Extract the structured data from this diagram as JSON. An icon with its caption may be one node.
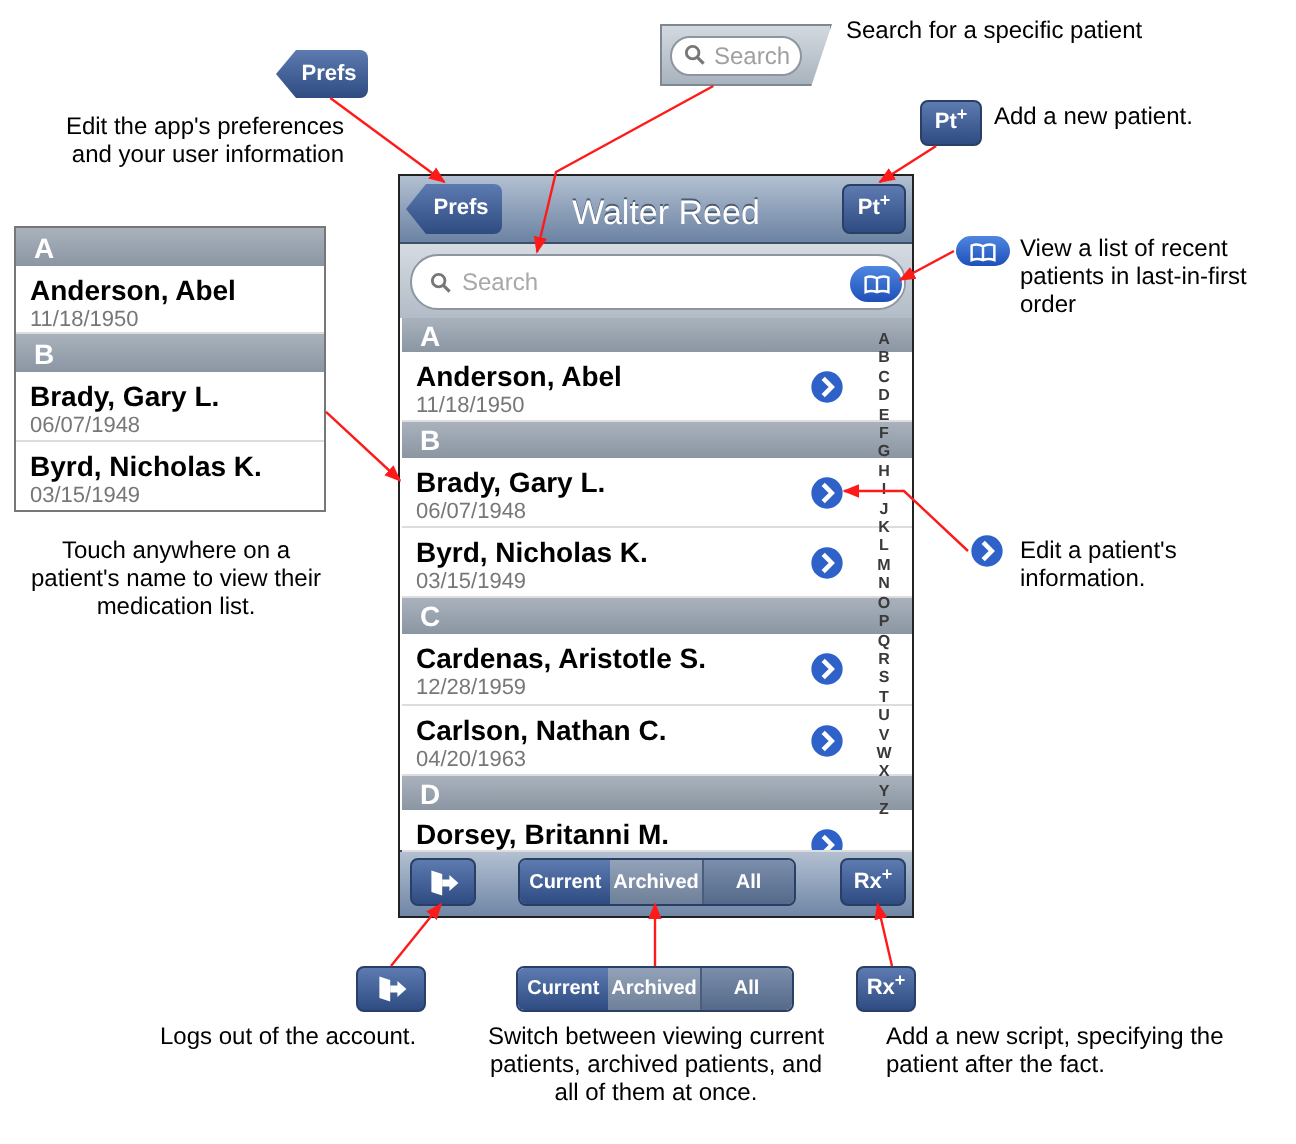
{
  "diagram": {
    "nodes": [
      {
        "text": [
          "Prefs"
        ],
        "beside": [
          "Edit the app's preferences and your user information"
        ]
      },
      {
        "text": [
          "Search"
        ],
        "beside": [
          "Search for a specific patient"
        ]
      },
      {
        "text": [
          "Pt$^{+}$"
        ],
        "beside": [
          "Add a new patient."
        ]
      },
      {
        "text": [],
        "shape": "button",
        "beside": [
          "View a list of recent patients in last-in-first order"
        ]
      },
      {
        "text": [],
        "shape": "box",
        "beside": [
          "Touch anywhere on a patient's name to view their medication list."
        ]
      },
      {
        "text": [
          "A"
        ],
        "in": 4
      },
      {
        "text": [
          "Anderson, Abel",
          "11/18/1950"
        ],
        "in": 4
      },
      {
        "text": [
          "B"
        ],
        "in": 4
      },
      {
        "text": [
          "Brady, Gary L.",
          "06/07/1948"
        ],
        "in": 4
      },
      {
        "text": [
          "Byrd, Nicholas K.",
          "03/15/1949"
        ],
        "in": 4
      },
      {
        "text": [
          "Walter Reed"
        ]
      },
      {
        "text": [
          "Prefs"
        ],
        "in": 10
      },
      {
        "text": [
          "Pt$^{+}$"
        ],
        "in": 10
      },
      {
        "text": [
          "Search"
        ],
        "in": 10
      },
      {
        "text": [],
        "shape": "button",
        "in": 13
      },
      {
        "text": [
          "A"
        ],
        "in": 10
      },
      {
        "text": [
          "Anderson, Abel",
          "11/18/1950"
        ],
        "in": 10
      },
      {
        "text": [
          "B"
        ],
        "in": 10
      },
      {
        "text": [
          "Brady, Gary L.",
          "06/07/1948"
        ],
        "in": 10
      },
      {
        "text": [],
        "shape": "button",
        "in": 18
      },
      {
        "text": [
          "Byrd, Nicholas K.",
          "03/15/1949"
        ],
        "in": 10
      },
      {
        "text": [
          "C"
        ],
        "in": 10
      },
      {
        "text": [
          "Cardenas, Aristotle S.",
          "12/28/1959"
        ],
        "in": 10
      },
      {
        "text": [
          "Carlson, Nathan C.",
          "04/20/1963"
        ],
        "in": 10
      },
      {
        "text": [
          "D"
        ],
        "in": 10
      },
      {
        "text": [
          "Dorsey, Britanni M."
        ],
        "in": 10
      },
      {
        "text": [],
        "shape": "button",
        "in": 10
      },
      {
        "text": [
          "Current",
          "Archived",
          "All"
        ],
        "in": 10
      },
      {
        "text": [
          "Rx$^{+}$"
        ],
        "in": 10
      },
      {
        "text": [],
        "shape": "button",
        "beside": [
          "Edit a patient's information."
        ]
      },
      {
        "text": [],
        "shape": "button",
        "beside": [
          "Logs out of the account."
        ]
      },
      {
        "text": [
          "Current",
          "Archived",
          "All"
        ],
        "beside": [
          "Switch between viewing current patients, archived patients, and all of them at once."
        ]
      },
      {
        "text": [
          "Rx$^{+}$"
        ],
        "beside": [
          "Add a new script, specifying the patient after the fact."
        ]
      }
    ],
    "edges": [
      {
        "from": 0,
        "to": 11,
        "arrow": "to"
      },
      {
        "from": 1,
        "to": 13,
        "arrow": "to"
      },
      {
        "from": 2,
        "to": 12,
        "arrow": "to"
      },
      {
        "from": 3,
        "to": 14,
        "arrow": "to"
      },
      {
        "from": 4,
        "to": 18,
        "arrow": "to"
      },
      {
        "from": 29,
        "to": 19,
        "arrow": "to"
      },
      {
        "from": 30,
        "to": 26,
        "arrow": "to"
      },
      {
        "from": 31,
        "to": 27,
        "arrow": "to"
      },
      {
        "from": 32,
        "to": 28,
        "arrow": "to"
      }
    ],
    "labels": [
      "A",
      "B",
      "C",
      "D",
      "E",
      "F",
      "G",
      "H",
      "I",
      "J",
      "K",
      "L",
      "M",
      "N",
      "O",
      "P",
      "Q",
      "R",
      "S",
      "T",
      "U",
      "V",
      "W",
      "X",
      "Y",
      "Z"
    ]
  }
}
